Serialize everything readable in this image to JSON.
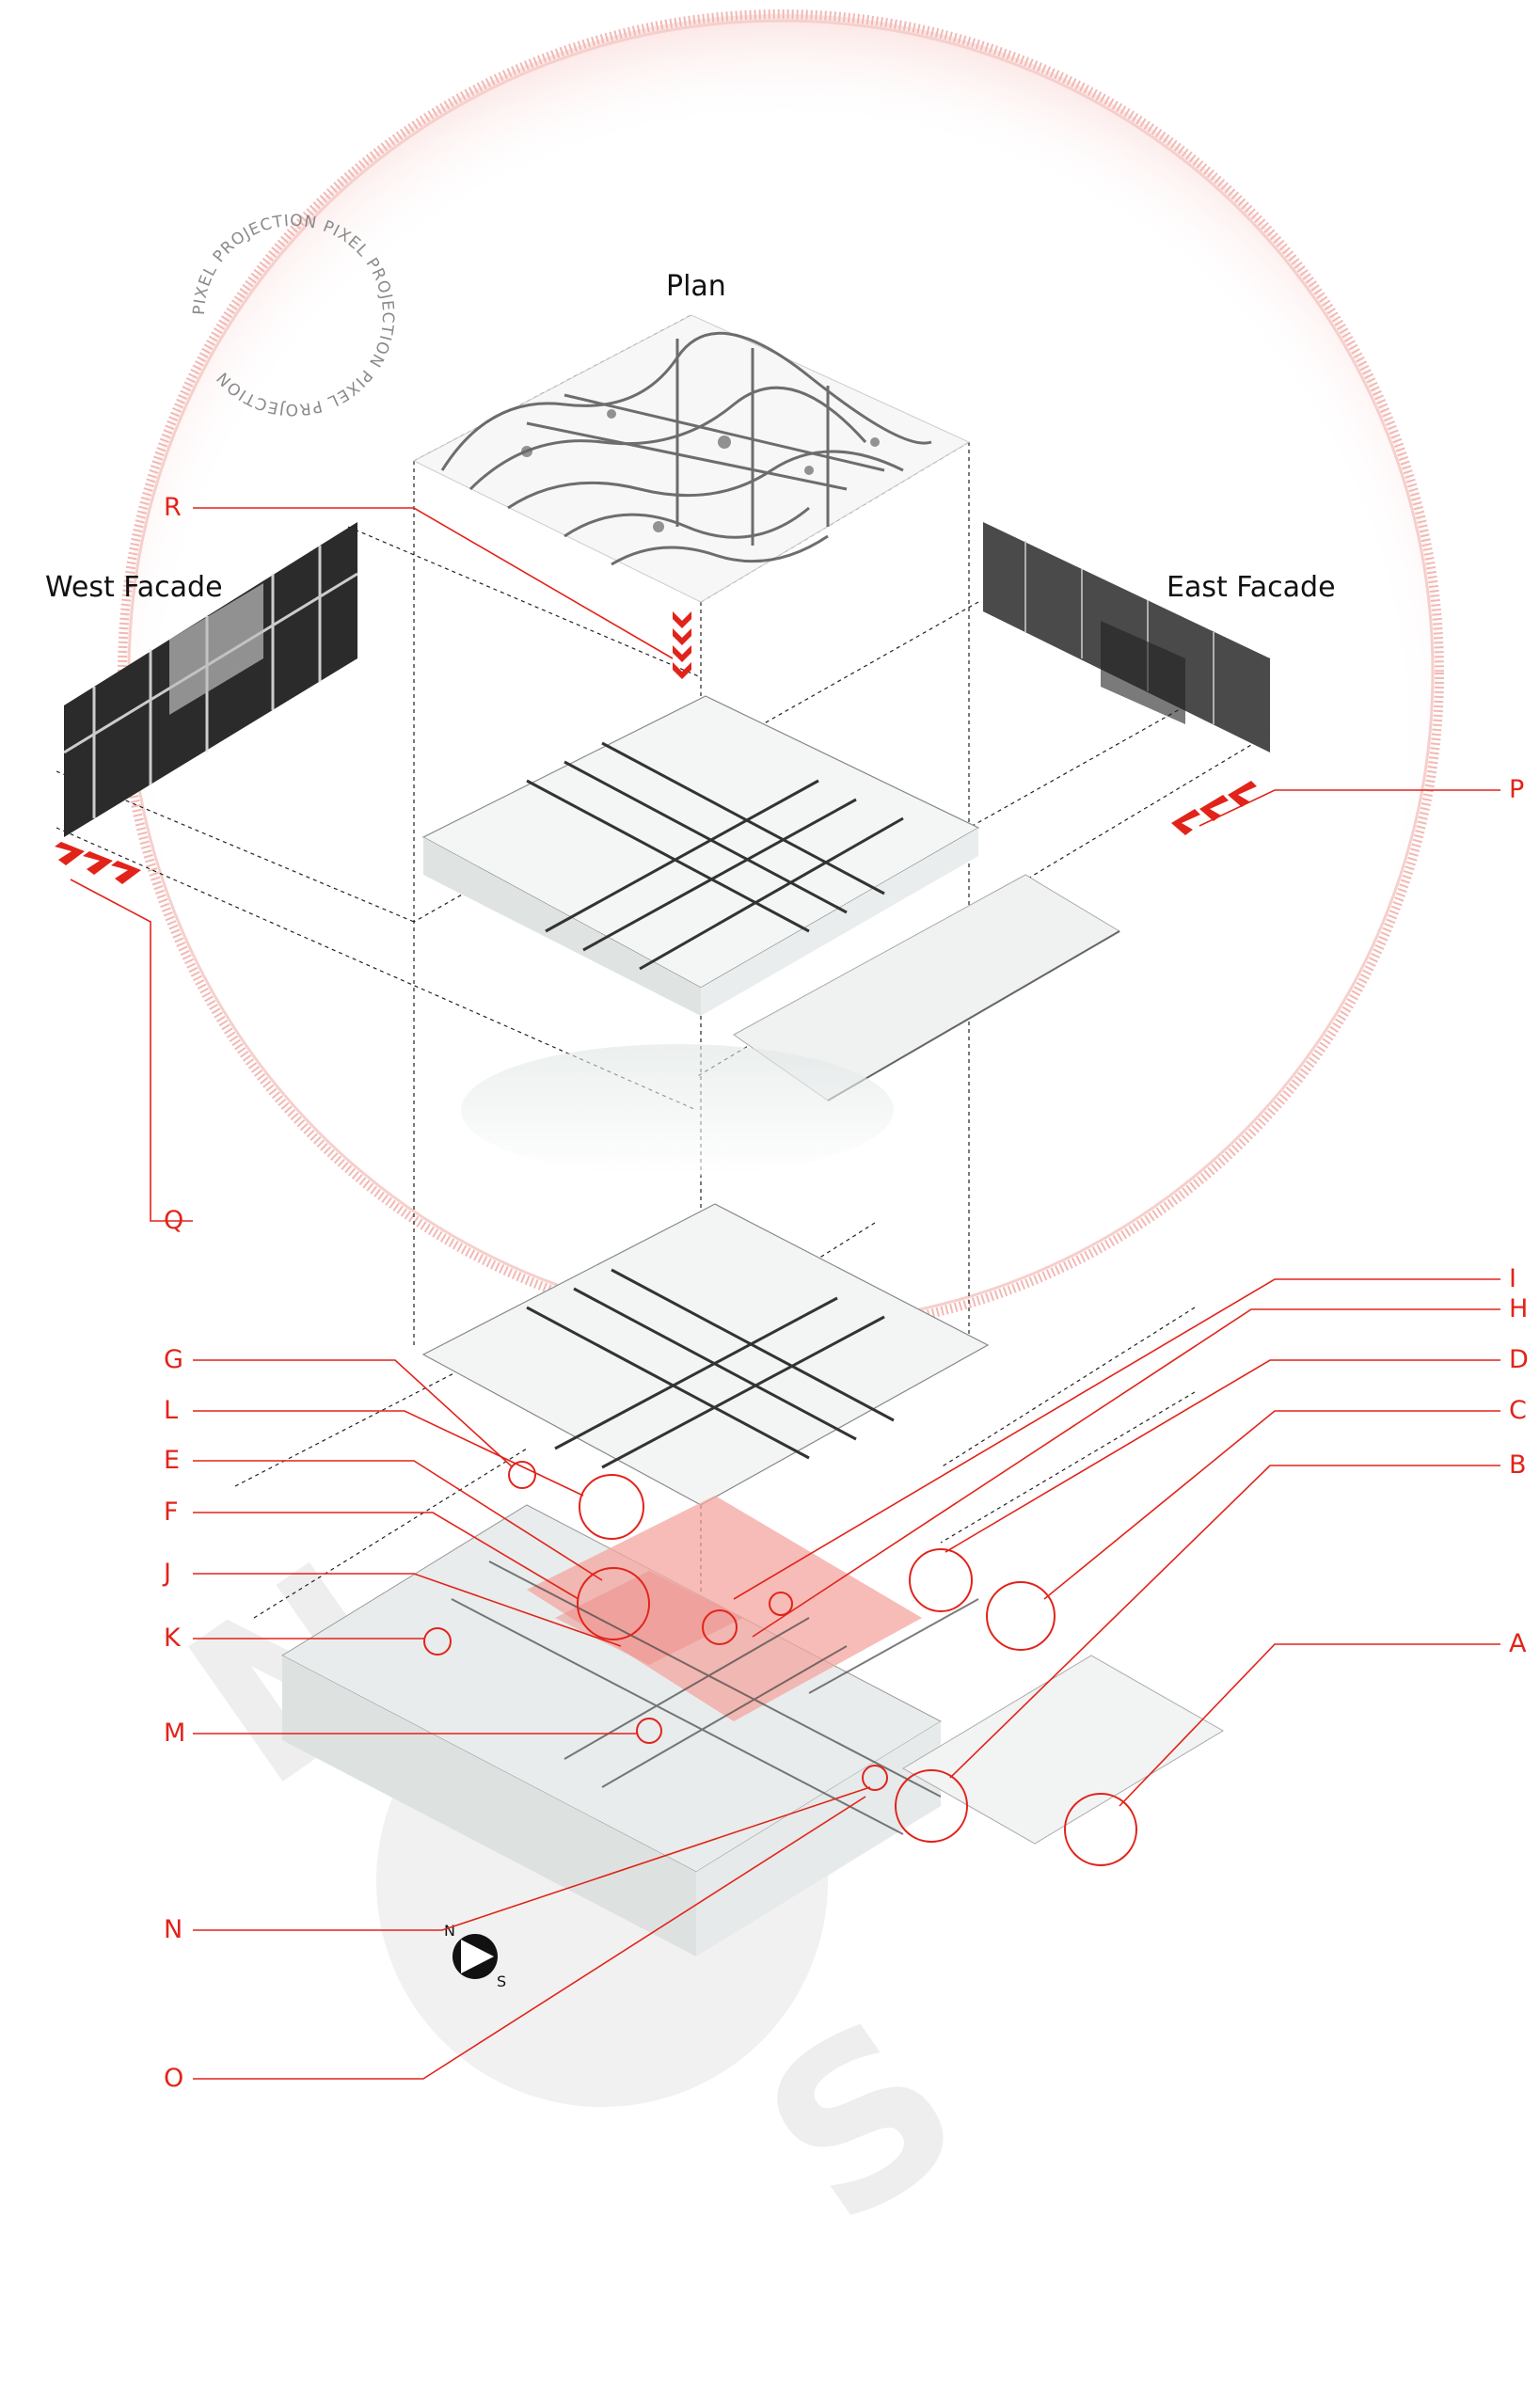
{
  "titles": {
    "plan": "Plan",
    "west_facade": "West Facade",
    "east_facade": "East Facade"
  },
  "ring_text": "PIXEL PROJECTION PIXEL PROJECTION PIXEL PROJECTION",
  "compass": {
    "north": "N",
    "south": "S"
  },
  "ghost_letters": {
    "north": "N",
    "south": "S"
  },
  "callouts": {
    "R": "R",
    "P": "P",
    "Q": "Q",
    "I": "I",
    "H": "H",
    "D": "D",
    "C": "C",
    "B": "B",
    "A": "A",
    "G": "G",
    "L": "L",
    "E": "E",
    "F": "F",
    "J": "J",
    "K": "K",
    "M": "M",
    "N": "N",
    "O": "O"
  },
  "colors": {
    "accent_red": "#e2231a",
    "highlight_pink": "#f4a6a0",
    "ring_pink": "#f2b8b4",
    "model_grey": "#d9dedd",
    "dark_line": "#222222"
  }
}
